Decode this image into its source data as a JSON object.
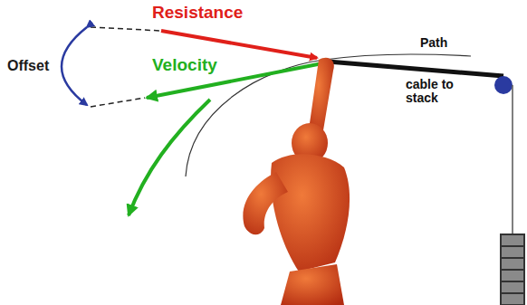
{
  "diagram": {
    "labels": [
      "Resistance",
      "Velocity",
      "Offset",
      "Path",
      "cable to stack"
    ]
  }
}
